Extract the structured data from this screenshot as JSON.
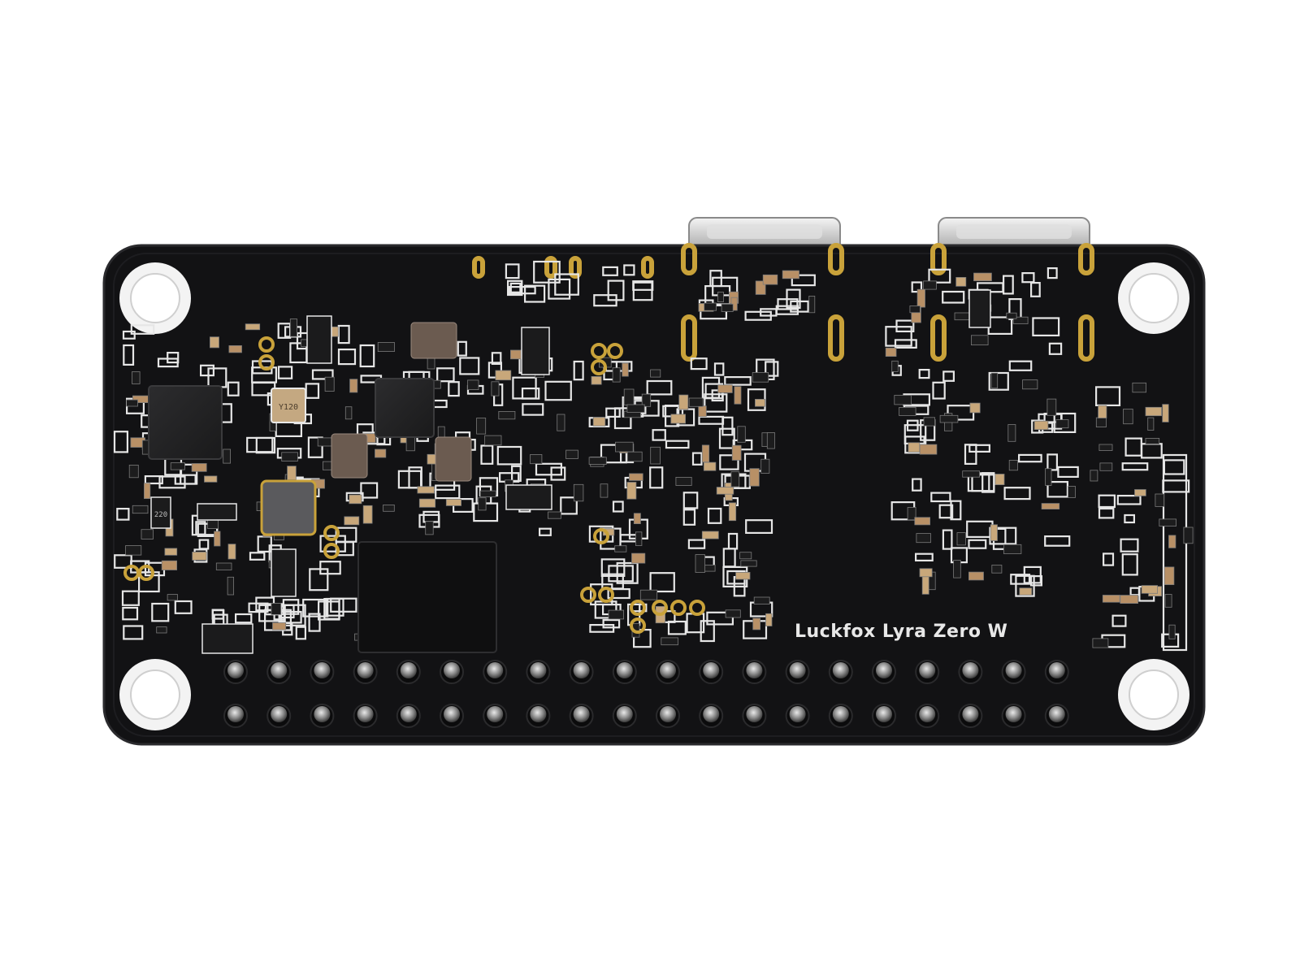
{
  "board": {
    "silkscreen_label": "Luckfox Lyra Zero W",
    "chip_marking_osc": "Y120",
    "chip_marking_inductor": "220"
  },
  "colors": {
    "pcb": "#121214",
    "pcb_edge": "#1c1c1f",
    "silkscreen": "#e6e6e6",
    "gold": "#c9a23a",
    "pin": "#9a9a9a",
    "background": "#ffffff"
  },
  "header": {
    "rows": 2,
    "pins_per_row": 20
  }
}
